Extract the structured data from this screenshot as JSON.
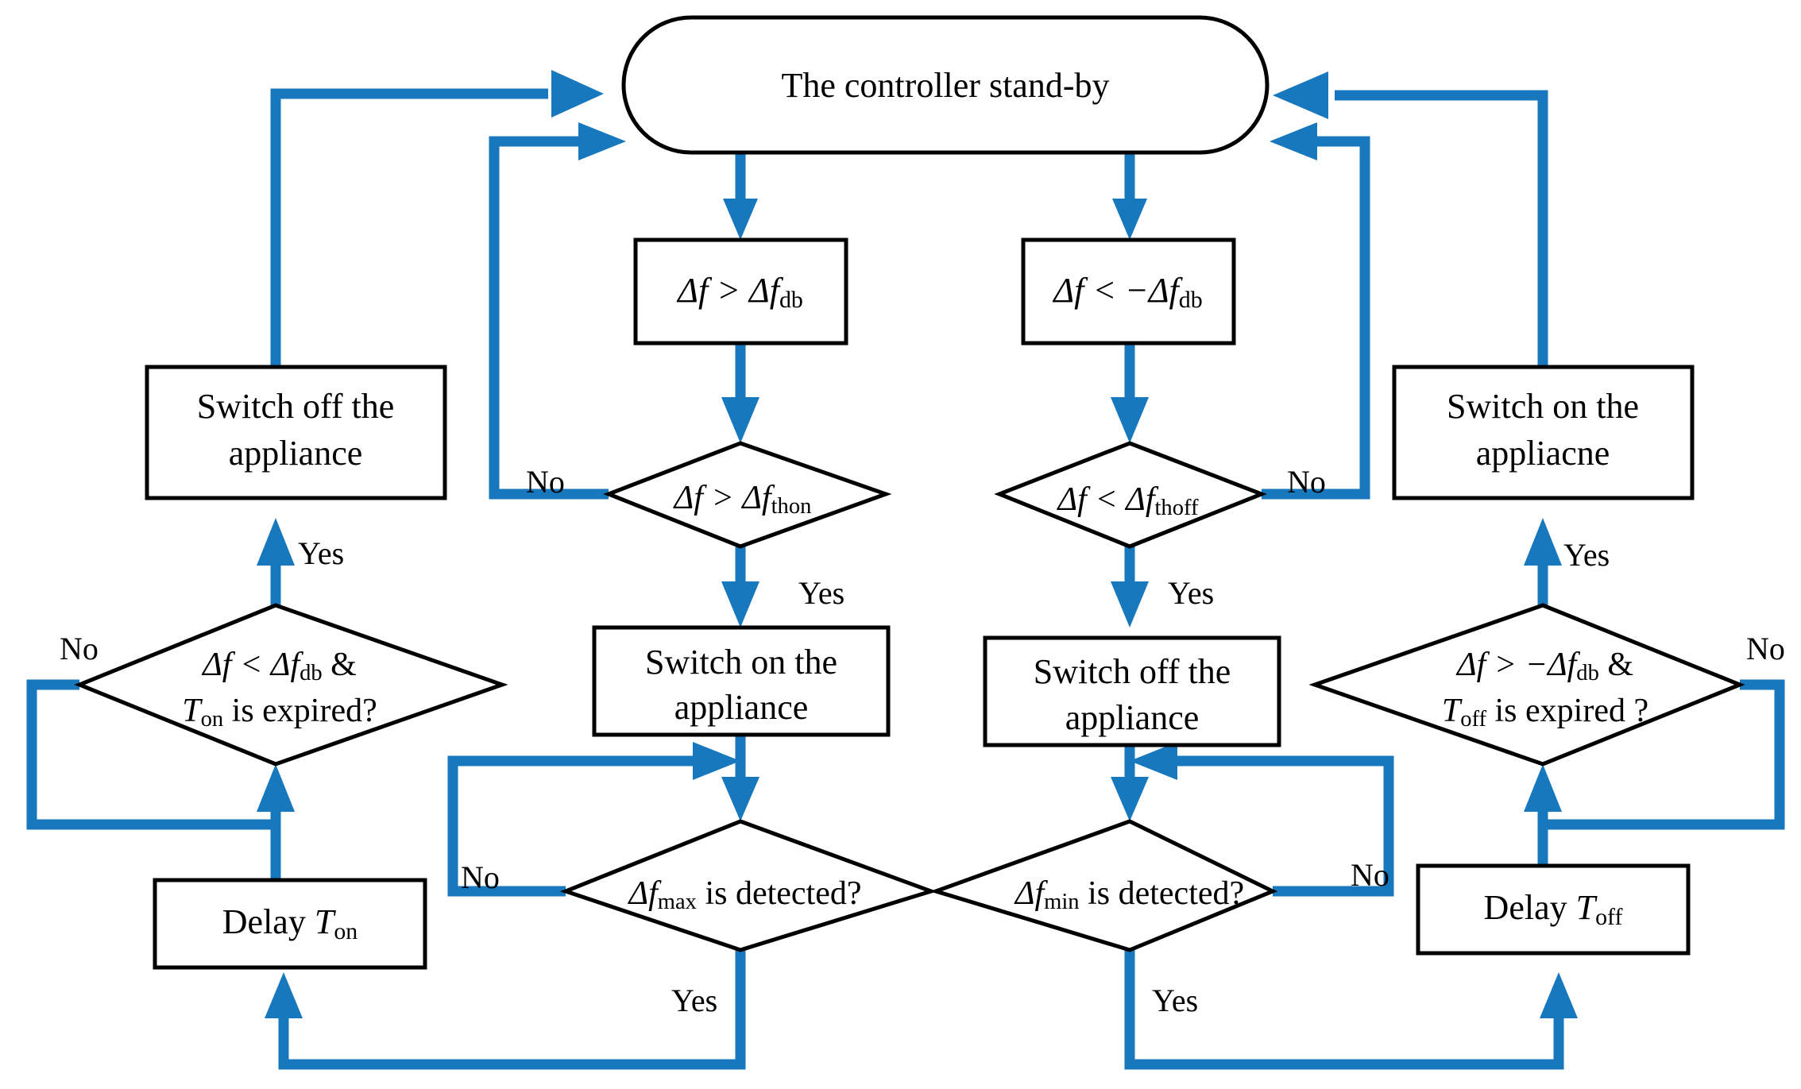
{
  "diagram": {
    "title": "Frequency-responsive appliance controller flowchart",
    "colors": {
      "flow_arrow": "#1778BE",
      "shape_stroke": "#000000",
      "shape_fill": "#FFFFFF",
      "background": "#FFFFFF",
      "text": "#000000"
    },
    "nodes": {
      "standby": {
        "id": "standby",
        "shape": "rounded-rectangle",
        "line1": "The controller stand-by"
      },
      "cond_up": {
        "id": "cond_up",
        "shape": "rectangle",
        "line1": "Δf > Δf",
        "sub1": "db"
      },
      "cond_down": {
        "id": "cond_down",
        "shape": "rectangle",
        "line1": "Δf < −Δf",
        "sub1": "db"
      },
      "dec_thon": {
        "id": "dec_thon",
        "shape": "diamond",
        "line1": "Δf > Δf",
        "sub1": "thon"
      },
      "dec_thoff": {
        "id": "dec_thoff",
        "shape": "diamond",
        "line1": "Δf < Δf",
        "sub1": "thoff"
      },
      "switch_off_l": {
        "id": "switch_off_l",
        "shape": "rectangle",
        "line1": "Switch off the",
        "line2": "appliance"
      },
      "switch_on_r": {
        "id": "switch_on_r",
        "shape": "rectangle",
        "line1": "Switch on the",
        "line2": "appliacne"
      },
      "switch_on_m": {
        "id": "switch_on_m",
        "shape": "rectangle",
        "line1": "Switch on the",
        "line2": "appliance"
      },
      "switch_off_m": {
        "id": "switch_off_m",
        "shape": "rectangle",
        "line1": "Switch off the",
        "line2": "appliance"
      },
      "dec_ton": {
        "id": "dec_ton",
        "shape": "diamond",
        "line1a": "Δf < Δf",
        "sub1": "db",
        "line1b": " &",
        "line2a": "T",
        "sub2": "on",
        "line2b": " is expired?"
      },
      "dec_toff": {
        "id": "dec_toff",
        "shape": "diamond",
        "line1a": "Δf > −Δf",
        "sub1": "db",
        "line1b": " &",
        "line2a": "T",
        "sub2": "off",
        "line2b": " is expired ?"
      },
      "dec_fmax": {
        "id": "dec_fmax",
        "shape": "diamond",
        "line1a": "Δf",
        "sub1": "max",
        "line1b": " is detected?"
      },
      "dec_fmin": {
        "id": "dec_fmin",
        "shape": "diamond",
        "line1a": "Δf",
        "sub1": "min",
        "line1b": " is detected?"
      },
      "delay_ton": {
        "id": "delay_ton",
        "shape": "rectangle",
        "line1a": "Delay ",
        "line1b": "T",
        "sub1": "on"
      },
      "delay_toff": {
        "id": "delay_toff",
        "shape": "rectangle",
        "line1a": "Delay ",
        "line1b": "T",
        "sub1": "off"
      }
    },
    "edge_labels": {
      "no_thon": "No",
      "yes_thon": "Yes",
      "no_thoff": "No",
      "yes_thoff": "Yes",
      "no_ton": "No",
      "yes_ton": "Yes",
      "no_toff": "No",
      "yes_toff": "Yes",
      "no_fmax": "No",
      "yes_fmax": "Yes",
      "no_fmin": "No",
      "yes_fmin": "Yes"
    }
  }
}
